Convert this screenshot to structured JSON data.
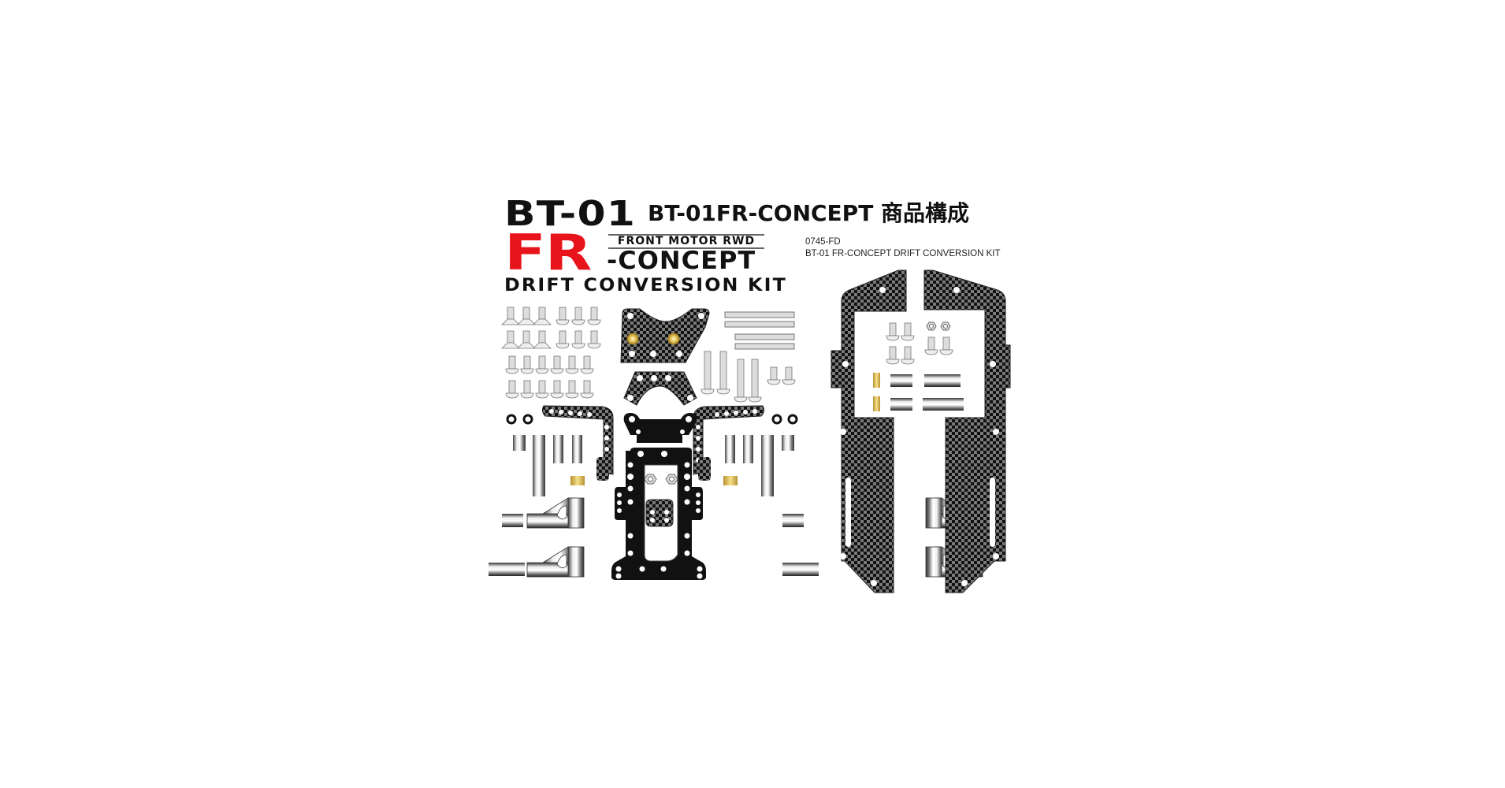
{
  "logo": {
    "line1": "BT-01",
    "fr": "FR",
    "tagline": "FRONT MOTOR RWD",
    "concept": "-CONCEPT",
    "line3": "DRIFT CONVERSION KIT",
    "accent_color": "#e8141c"
  },
  "header": {
    "title": "BT-01FR-CONCEPT 商品構成"
  },
  "product": {
    "code": "0745-FD",
    "name": "BT-01 FR-CONCEPT DRIFT CONVERSION KIT"
  },
  "parts_illustration": {
    "groups": [
      "countersunk-screws",
      "button-head-screws",
      "carbon-front-bulkhead-plate",
      "carbon-upper-bulkhead",
      "long-screws",
      "threaded-rods",
      "o-rings",
      "carbon-l-shaped-arms",
      "metal-shafts",
      "brass-bushings",
      "carbon-chassis-center-plate",
      "hex-nuts",
      "suspension-knuckles",
      "carbon-main-chassis-plates-left-right"
    ],
    "colors": {
      "carbon_dark": "#111111",
      "carbon_light": "#7a7a7a",
      "brass": "#e0c060",
      "metal": "#b8b8b8"
    }
  }
}
